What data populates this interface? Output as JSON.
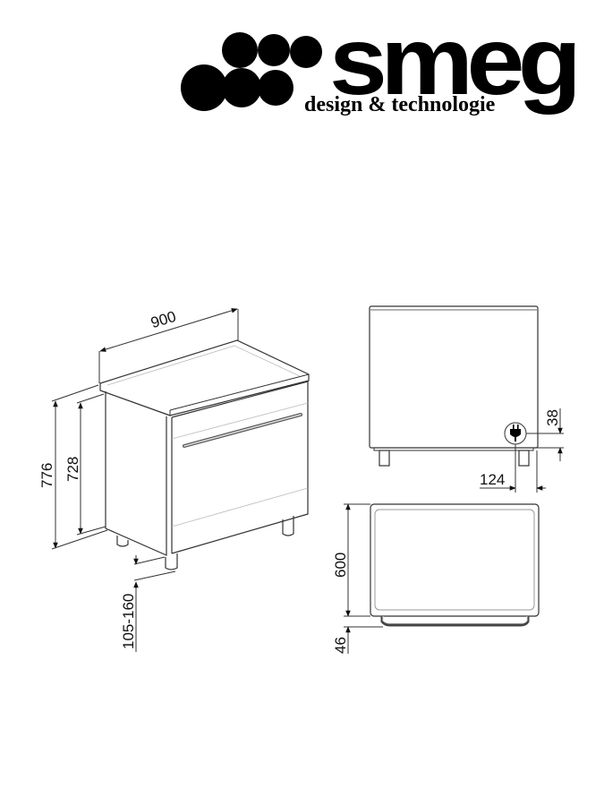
{
  "logo": {
    "brand": "smeg",
    "tagline": "design & technologie"
  },
  "drawings": {
    "perspective_view": {
      "width_label": "900",
      "total_height_label": "776",
      "body_height_label": "728",
      "leg_height_label": "105-160"
    },
    "rear_view": {
      "plug_height_label": "38",
      "plug_offset_label": "124",
      "icon": "power-plug-icon"
    },
    "side_view": {
      "depth_label": "600",
      "handle_depth_label": "46"
    }
  }
}
